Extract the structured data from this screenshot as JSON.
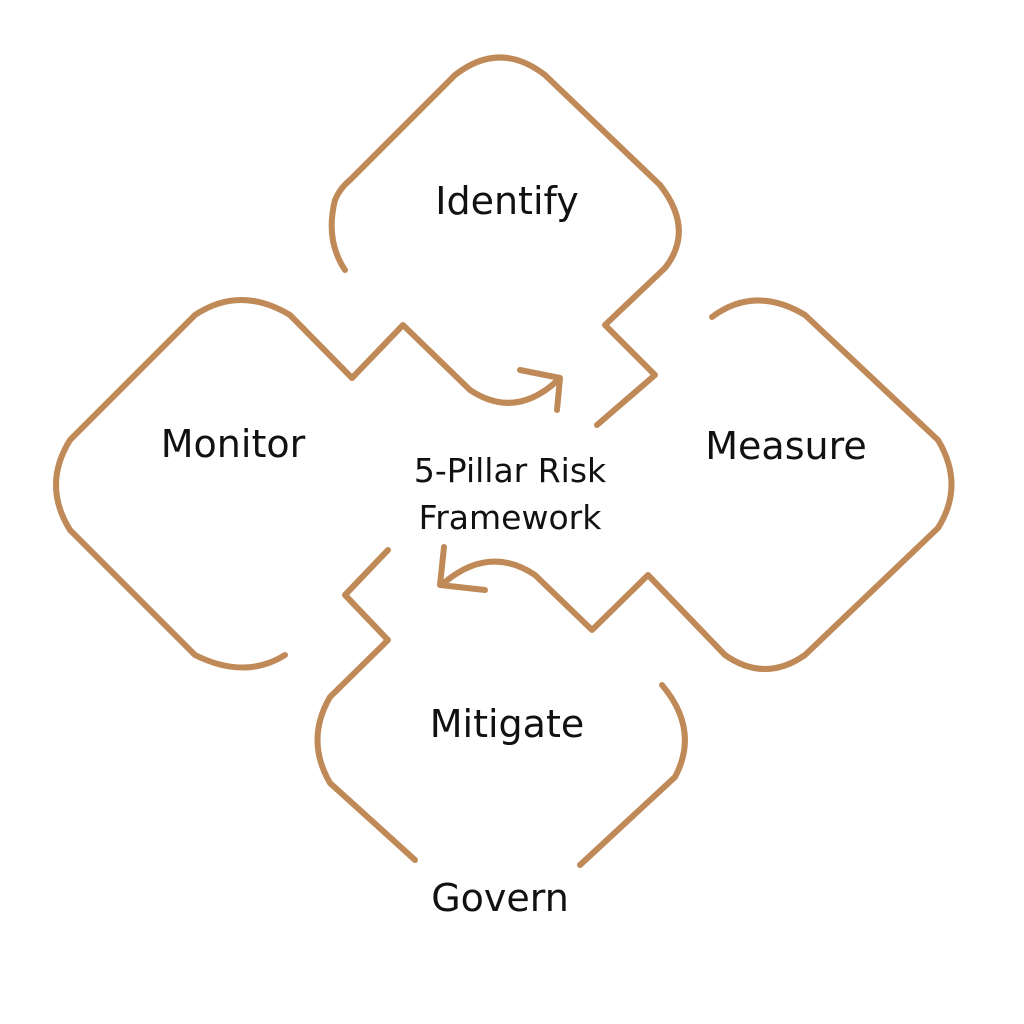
{
  "center": {
    "line1": "5-Pillar Risk",
    "line2": "Framework"
  },
  "pillars": {
    "identify": "Identify",
    "measure": "Measure",
    "mitigate": "Mitigate",
    "monitor": "Monitor",
    "govern": "Govern"
  },
  "colors": {
    "stroke": "#C08A58",
    "text": "#111111"
  }
}
